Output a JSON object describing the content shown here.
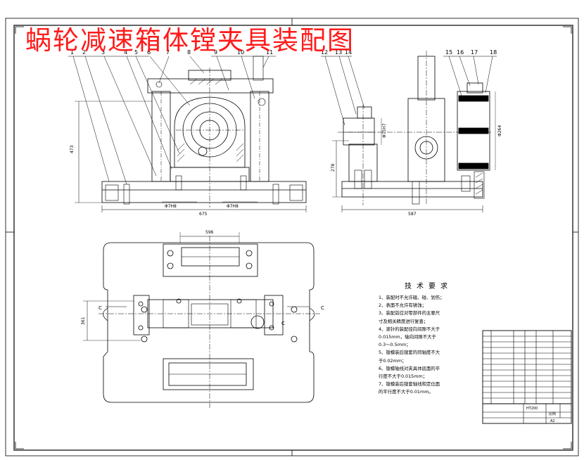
{
  "drawing": {
    "title": "蜗轮减速箱体镗夹具装配图",
    "title_color": "#ff1a1a",
    "line_color": "#000000",
    "background": "#ffffff"
  },
  "callouts": [
    "1",
    "2",
    "3",
    "4",
    "5",
    "6",
    "7",
    "8",
    "9",
    "10",
    "11",
    "12",
    "13",
    "14",
    "15",
    "16",
    "17",
    "18"
  ],
  "dimensions": {
    "front_width": "675",
    "front_height": "473",
    "front_fit_left": "Φ7H8",
    "front_fit_right": "Φ7H8",
    "side_width": "587",
    "side_height": "278",
    "side_bore": "Φ75H7",
    "side_right_dia": "Φ264",
    "top_width": "596",
    "top_left": "361"
  },
  "section_marks": [
    "C",
    "C",
    "C"
  ],
  "technical_requirements": {
    "title": "技术要求",
    "items": [
      "1、装配时不允许磕、碰、划伤；",
      "2、表面不允许有锈蚀；",
      "3、装配前应对零部件的主要尺",
      "寸及相关精度进行复查；",
      "4、滚针的装配径向间隙不大于",
      "0.015mm，轴向间隙不大于",
      "0.3～0.5mm；",
      "5、镗模装后镗套的同轴度不大",
      "于0.02mm；",
      "6、镗模轴线对夹具体底面的平",
      "行度不大于0.015mm；",
      "7、镗模装后镗套轴线和定位面",
      "的平行度不大于0.01mm。"
    ]
  },
  "title_block": {
    "material": "HT200",
    "scale_note": "比例",
    "sheet_size": "A2"
  }
}
